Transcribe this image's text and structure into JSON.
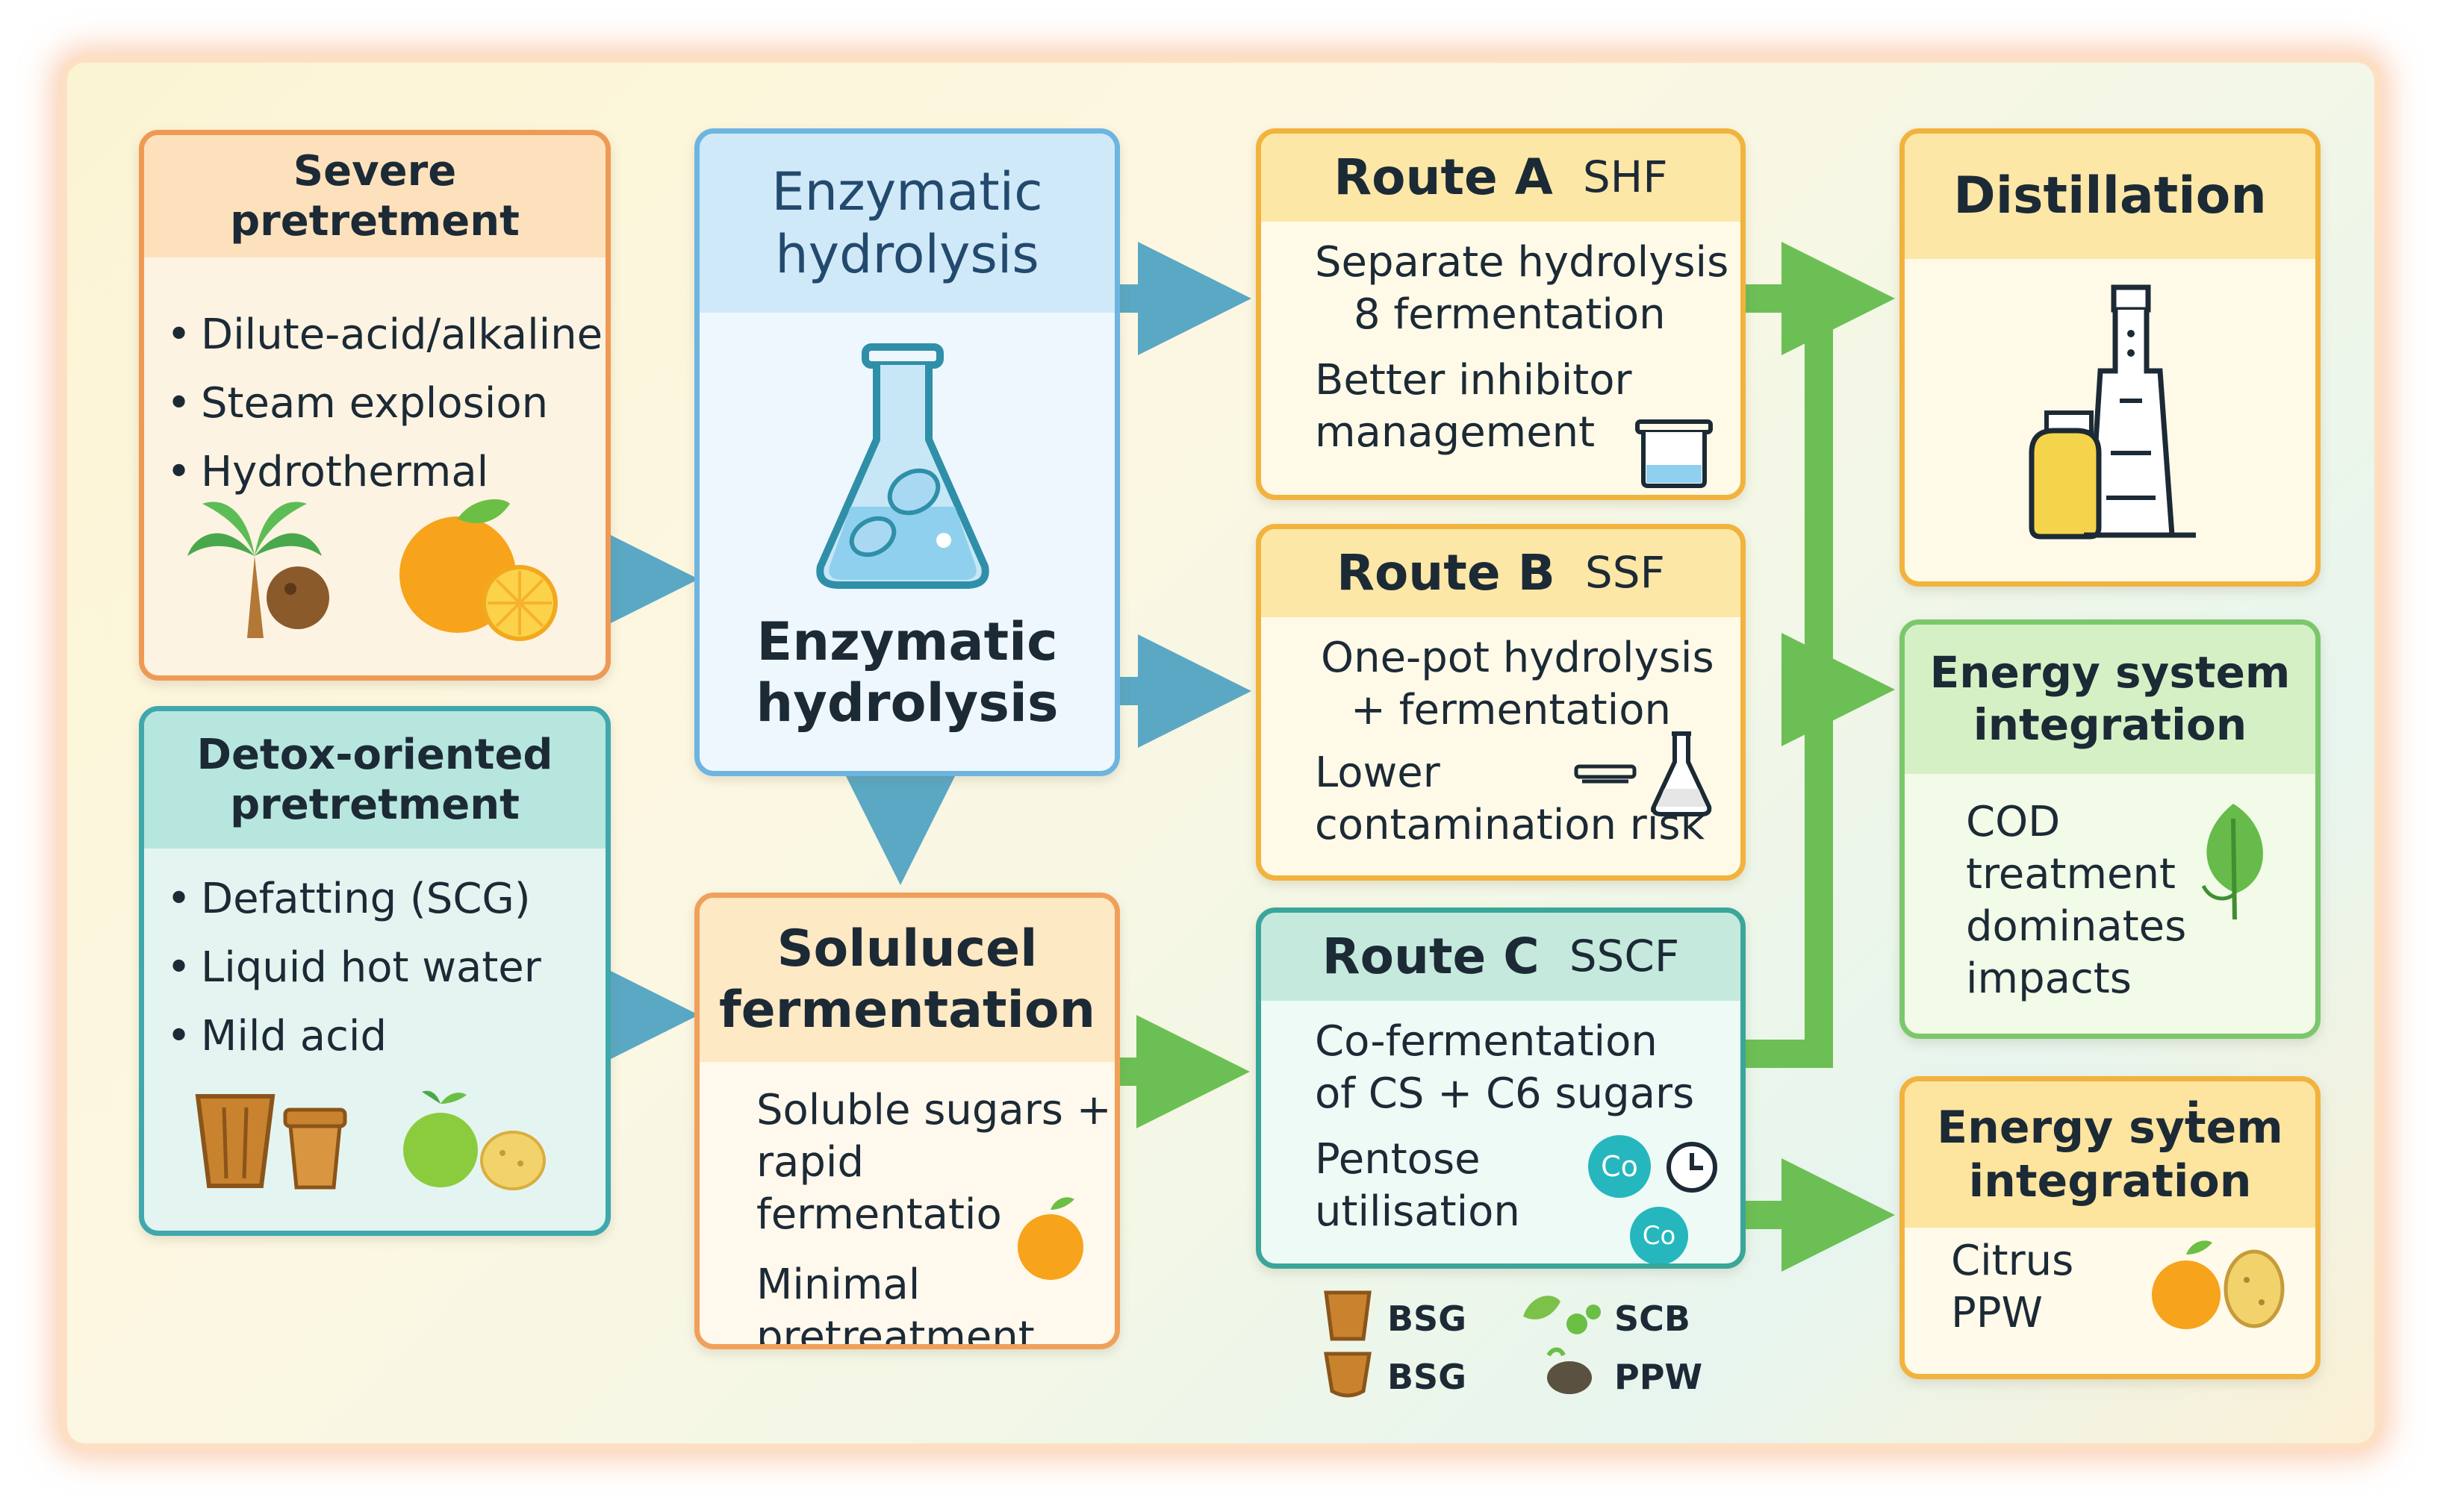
{
  "severe": {
    "title": "Severe pretretment",
    "items": [
      "Dilute-acid/alkaline",
      "Steam explosion",
      "Hydrothermal"
    ]
  },
  "detox": {
    "title_line1": "Detox-oriented",
    "title_line2": "pretretment",
    "items": [
      "Defatting (SCG)",
      "Liquid hot water",
      "Mild acid"
    ]
  },
  "enzymatic": {
    "title_line1": "Enzymatic",
    "title_line2": "hydrolysis",
    "caption_line1": "Enzymatic",
    "caption_line2": "hydrolysis"
  },
  "solulucel": {
    "title_line1": "Solulucel",
    "title_line2": "fermentation",
    "line1": "Soluble sugars +",
    "line2": "rapid fermentatio",
    "line3": "Minimal",
    "line4": "pretreatment"
  },
  "route_a": {
    "name": "Route A",
    "code": "SHF",
    "line1": "Separate hydrolysis",
    "line2": "8 fermentation",
    "line3": "Better inhibitor",
    "line4": "management"
  },
  "route_b": {
    "name": "Route B",
    "code": "SSF",
    "line1": "One-pot hydrolysis",
    "line2": "+ fermentation",
    "line3": "Lower",
    "line4": "contamination risk"
  },
  "route_c": {
    "name": "Route C",
    "code": "SSCF",
    "line1": "Co-fermentation",
    "line2": "of CS + C6 sugars",
    "line3": "Pentose",
    "line4": "utilisation",
    "badge1": "Co",
    "badge2": "Co"
  },
  "legend": [
    "BSG",
    "SCB",
    "BSG",
    "PPW"
  ],
  "distillation": {
    "title": "Distillation"
  },
  "energy1": {
    "title_line1": "Energy system",
    "title_line2": "integration",
    "line1": "COD",
    "line2": "treatment",
    "line3": "dominates",
    "line4": "impacts"
  },
  "energy2": {
    "title_line1": "Energy syṫem",
    "title_line2": "integration",
    "line1": "Citrus",
    "line2": "PPW"
  },
  "icons": {
    "severe": [
      "palm-tree-icon",
      "coconut-icon",
      "orange-icon",
      "lemon-slice-icon"
    ],
    "detox": [
      "coffee-ground-icon",
      "cup-icon",
      "green-apple-icon",
      "potato-icon"
    ],
    "enzymatic": [
      "flask-icon"
    ],
    "route_a": [
      "beaker-icon"
    ],
    "route_b": [
      "pipette-icon",
      "flask-icon"
    ],
    "route_c": [
      "co-badge-icon",
      "clock-icon"
    ],
    "distillation": [
      "distillation-column-icon"
    ],
    "energy1": [
      "leaf-icon"
    ],
    "energy2": [
      "orange-icon",
      "potato-icon"
    ]
  },
  "colors": {
    "arrow_blue": "#5aa8c4",
    "arrow_green": "#6cbf55",
    "orange_border": "#ee9a55",
    "teal_border": "#3fa8ad",
    "yellow_border": "#f2b33e",
    "green_border": "#7bc86c"
  }
}
